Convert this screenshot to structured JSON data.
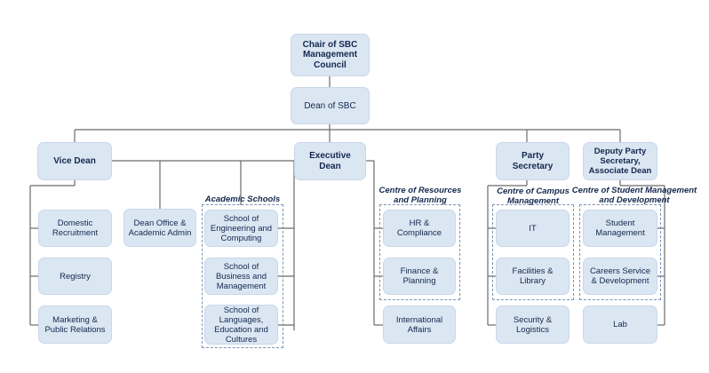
{
  "nodes": {
    "chair": "Chair of SBC Management Council",
    "dean": "Dean of SBC",
    "vice_dean": "Vice Dean",
    "executive_dean": "Executive Dean",
    "party_secretary": "Party Secretary",
    "deputy_party_secretary": "Deputy Party Secretary, Associate Dean",
    "domestic_recruitment": "Domestic Recruitment",
    "registry": "Registry",
    "marketing_pr": "Marketing & Public Relations",
    "dean_office": "Dean Office & Academic Admin",
    "school_engineering": "School of Engineering and Computing",
    "school_business": "School of Business and Management",
    "school_languages": "School of Languages, Education and Cultures",
    "hr_compliance": "HR & Compliance",
    "finance_planning": "Finance & Planning",
    "international_affairs": "International Affairs",
    "it": "IT",
    "facilities_library": "Facilities & Library",
    "security_logistics": "Security & Logistics",
    "student_management": "Student Management",
    "careers_service": "Careers Service & Development",
    "lab": "Lab"
  },
  "groups": {
    "academic_schools": "Academic Schools",
    "resources_planning": "Centre of Resources and Planning",
    "campus_management": "Centre of Campus Management",
    "student_management_dev": "Centre of Student Management and Development"
  },
  "colors": {
    "box_fill": "#dbe6f3",
    "connector": "#6b6b6b",
    "group_border": "#7b93b8",
    "text": "#13284d"
  }
}
